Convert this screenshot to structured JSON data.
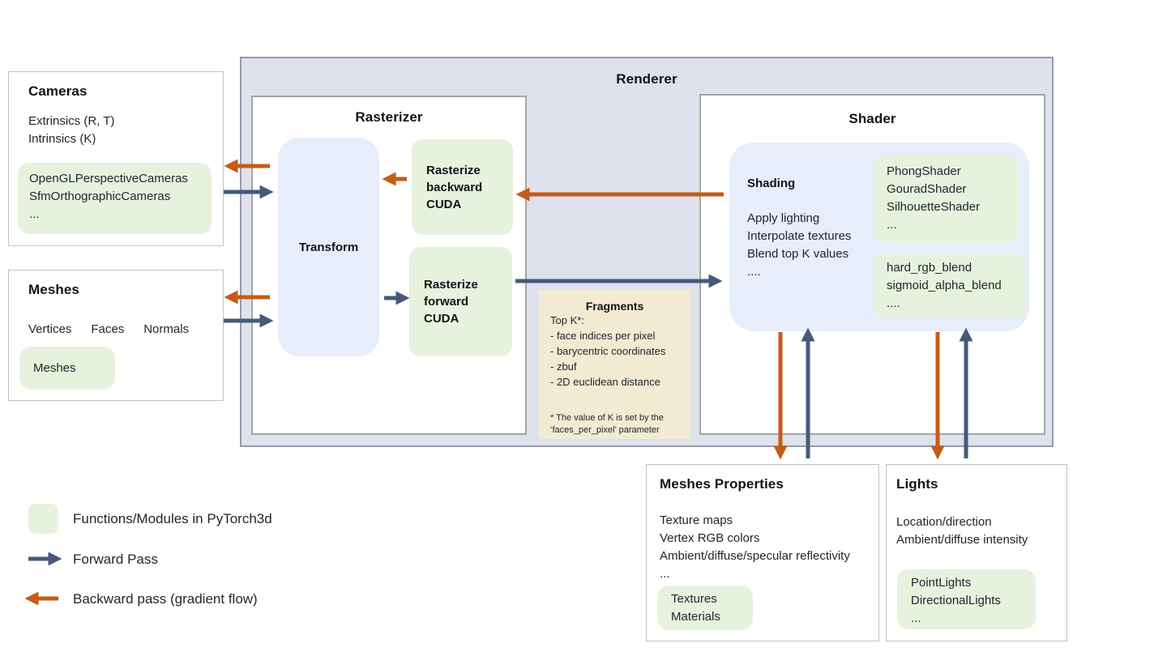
{
  "colors": {
    "renderer_bg": "#dee2ec",
    "module_green": "#e7f2de",
    "transform_blue": "#e8edfb",
    "fragments_tan": "#f2ead1",
    "forward_arrow": "#47597b",
    "backward_arrow": "#c45c17"
  },
  "cameras": {
    "title": "Cameras",
    "lines": [
      "Extrinsics (R, T)",
      "Intrinsics (K)"
    ],
    "module": {
      "lines": [
        "OpenGLPerspectiveCameras",
        "SfmOrthographicCameras",
        "..."
      ]
    }
  },
  "meshes": {
    "title": "Meshes",
    "fields": [
      "Vertices",
      "Faces",
      "Normals"
    ],
    "module": {
      "lines": [
        "Meshes"
      ]
    }
  },
  "renderer": {
    "title": "Renderer"
  },
  "rasterizer": {
    "title": "Rasterizer",
    "transform_label": "Transform",
    "backward_module": {
      "lines": [
        "Rasterize",
        "backward",
        "CUDA"
      ]
    },
    "forward_module": {
      "lines": [
        "Rasterize",
        "forward",
        "CUDA"
      ]
    }
  },
  "fragments": {
    "title": "Fragments",
    "lines": [
      "Top K*:",
      "- face indices per pixel",
      "- barycentric coordinates",
      "- zbuf",
      "- 2D euclidean distance"
    ],
    "footnote_lines": [
      "* The value of K is set by the",
      "‘faces_per_pixel’ parameter"
    ]
  },
  "shader": {
    "title": "Shader",
    "shading": {
      "title": "Shading",
      "lines": [
        "Apply lighting",
        "Interpolate textures",
        "Blend top K values",
        "...."
      ]
    },
    "shaders_module": {
      "lines": [
        "PhongShader",
        "GouradShader",
        "SilhouetteShader",
        "..."
      ]
    },
    "blend_module": {
      "lines": [
        "hard_rgb_blend",
        "sigmoid_alpha_blend",
        "...."
      ]
    }
  },
  "meshes_properties": {
    "title": "Meshes Properties",
    "lines": [
      "Texture maps",
      "Vertex RGB colors",
      "Ambient/diffuse/specular reflectivity",
      "..."
    ],
    "module": {
      "lines": [
        "Textures",
        "Materials"
      ]
    }
  },
  "lights": {
    "title": "Lights",
    "lines": [
      "Location/direction",
      "Ambient/diffuse intensity"
    ],
    "module": {
      "lines": [
        "PointLights",
        "DirectionalLights",
        "..."
      ]
    }
  },
  "legend": {
    "module_label": "Functions/Modules in PyTorch3d",
    "forward_label": "Forward Pass",
    "backward_label": "Backward pass (gradient flow)"
  }
}
